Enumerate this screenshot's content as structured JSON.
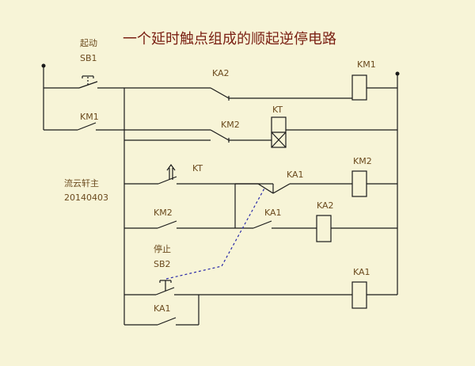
{
  "diagram": {
    "title": "一个延时触点组成的顺起逆停电路",
    "author": "流云轩主",
    "date": "20140403",
    "start_button": {
      "caption": "起动",
      "name": "SB1"
    },
    "stop_button": {
      "caption": "停止",
      "name": "SB2"
    },
    "contacts": {
      "km1_hold": "KM1",
      "ka2_series": "KA2",
      "km2_series": "KM2",
      "kt_timed": "KT",
      "ka1_nc": "KA1",
      "km2_hold": "KM2",
      "ka1_no": "KA1",
      "ka1_hold": "KA1"
    },
    "coils": {
      "km1": "KM1",
      "kt": "KT",
      "km2": "KM2",
      "ka2": "KA2",
      "ka1": "KA1"
    },
    "colors": {
      "background": "#f7f4d7",
      "wire": "#1a1a1a",
      "label": "#6b4a1e",
      "title": "#7a1f12",
      "mechanical_link": "#2a2aa8"
    }
  }
}
